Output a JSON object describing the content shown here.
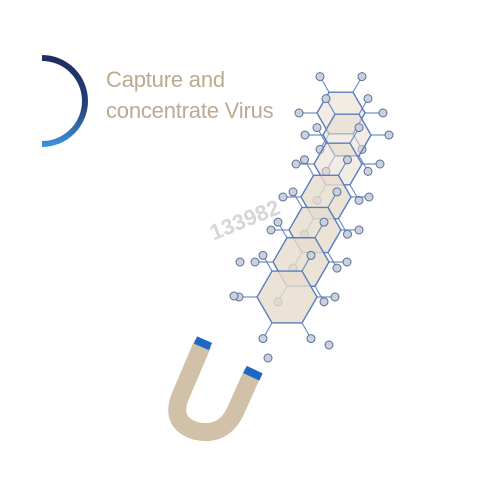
{
  "heading": {
    "line1": "Capture and",
    "line2": "concentrate Virus"
  },
  "watermark": "133982",
  "colors": {
    "heading_text": "#bda990",
    "arc_dark": "#1d2f5e",
    "arc_light": "#3b8fd6",
    "hexagon_fill": "#e7dccd",
    "hexagon_stroke": "#5a7dc0",
    "node_fill": "#c9d1de",
    "node_stroke": "#5c6f94",
    "magnet_body": "#d2c1a9",
    "magnet_tip": "#1f67c4"
  },
  "icons": {
    "progress_arc": "partial-ring",
    "molecule": "virus-hexagon-chain",
    "magnet": "u-magnet"
  }
}
